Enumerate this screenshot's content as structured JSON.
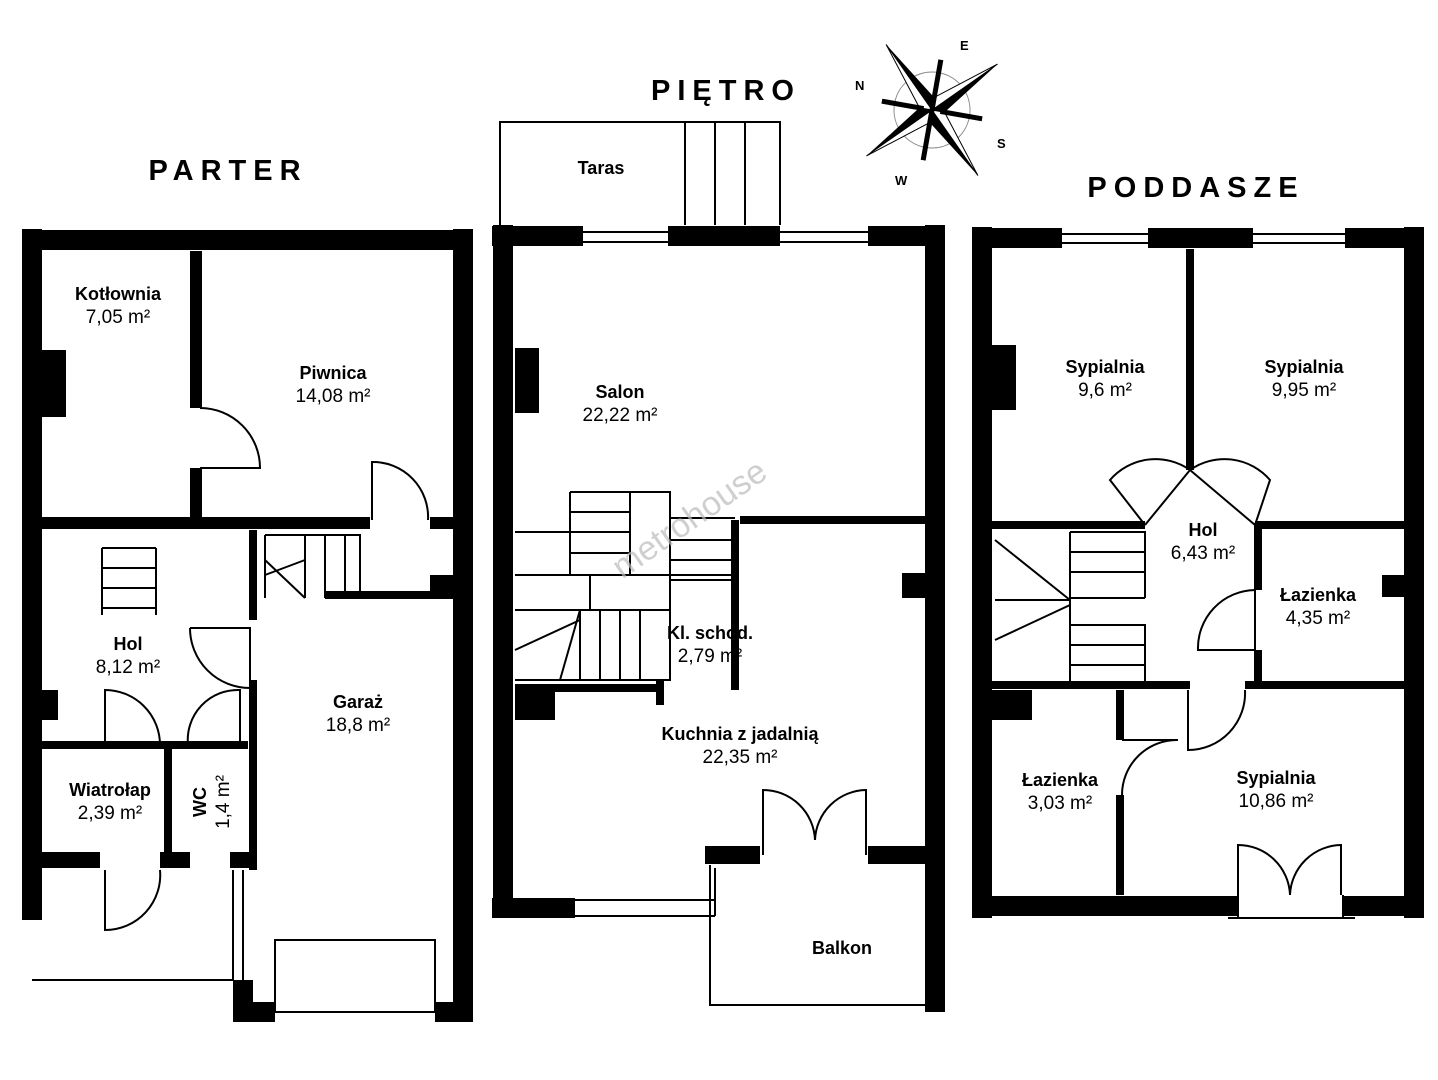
{
  "titles": {
    "parter": "PARTER",
    "pietro": "PIĘTRO",
    "poddasze": "PODDASZE"
  },
  "compass": {
    "n": "N",
    "e": "E",
    "s": "S",
    "w": "W"
  },
  "watermark": "metrohouse",
  "parter": [
    {
      "name": "Kotłownia",
      "area": "7,05 m²"
    },
    {
      "name": "Piwnica",
      "area": "14,08 m²"
    },
    {
      "name": "Hol",
      "area": "8,12 m²"
    },
    {
      "name": "Garaż",
      "area": "18,8 m²"
    },
    {
      "name": "Wiatrołap",
      "area": "2,39 m²"
    },
    {
      "name": "WC",
      "area": "1,4 m²"
    }
  ],
  "pietro": [
    {
      "name": "Taras"
    },
    {
      "name": "Salon",
      "area": "22,22 m²"
    },
    {
      "name": "Kl. schod.",
      "area": "2,79 m²"
    },
    {
      "name": "Kuchnia z jadalnią",
      "area": "22,35 m²"
    },
    {
      "name": "Balkon"
    }
  ],
  "poddasze": [
    {
      "name": "Sypialnia",
      "area": "9,6 m²"
    },
    {
      "name": "Sypialnia",
      "area": "9,95 m²"
    },
    {
      "name": "Hol",
      "area": "6,43 m²"
    },
    {
      "name": "Łazienka",
      "area": "4,35 m²"
    },
    {
      "name": "Łazienka",
      "area": "3,03 m²"
    },
    {
      "name": "Sypialnia",
      "area": "10,86 m²"
    }
  ]
}
